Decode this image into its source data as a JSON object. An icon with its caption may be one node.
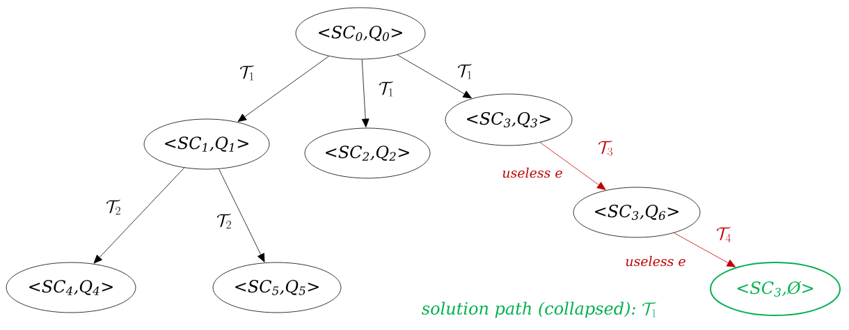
{
  "diagram": {
    "nodes": [
      {
        "text": [
          "<SC$_{0}$,Q$_{0}$>"
        ]
      },
      {
        "text": [
          "<SC$_{1}$,Q$_{1}$>"
        ]
      },
      {
        "text": [
          "<SC$_{2}$,Q$_{2}$>"
        ]
      },
      {
        "text": [
          "<SC$_{3}$,Q$_{3}$>"
        ]
      },
      {
        "text": [
          "<SC$_{3}$,Q$_{6}$>"
        ]
      },
      {
        "text": [
          "<SC$_{4}$,Q$_{4}$>"
        ]
      },
      {
        "text": [
          "<SC$_{5}$,Q$_{5}$>"
        ]
      },
      {
        "text": [
          "<SC$_{3}$,Ø>"
        ]
      }
    ],
    "edges": [
      {
        "from": 0,
        "to": 1,
        "arrow": "to",
        "label": "\\mathcal{T}_{1}"
      },
      {
        "from": 0,
        "to": 2,
        "arrow": "to",
        "label": "\\mathcal{T}_{1}"
      },
      {
        "from": 0,
        "to": 3,
        "arrow": "to",
        "label": "\\mathcal{T}_{1}"
      },
      {
        "from": 1,
        "to": 5,
        "arrow": "to",
        "label": "\\mathcal{T}_{2}"
      },
      {
        "from": 1,
        "to": 6,
        "arrow": "to",
        "label": "\\mathcal{T}_{2}"
      },
      {
        "from": 3,
        "to": 4,
        "arrow": "to",
        "label": "\\mathcal{T}_{3}",
        "color": "#c00000"
      },
      {
        "from": 4,
        "to": 7,
        "arrow": "to",
        "label": "\\mathcal{T}_{4}",
        "color": "#c00000"
      }
    ],
    "labels": [
      "useless e",
      "useless e",
      "\\textit{solution path (collapsed):}\\ \\mathcal{T}_{1}"
    ]
  }
}
